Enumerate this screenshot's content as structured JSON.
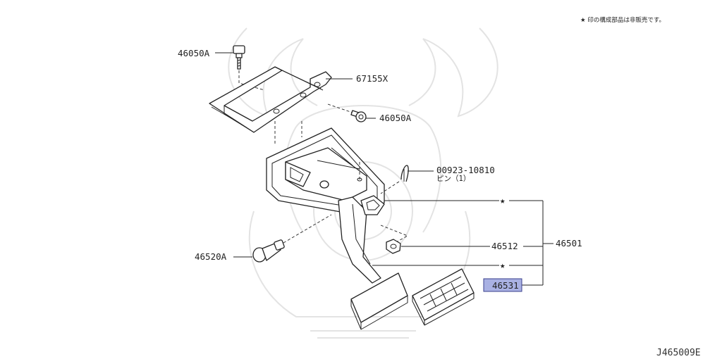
{
  "note": "★ 印の構成部品は非販売です。",
  "diagram_code": "J465009E",
  "callouts": {
    "bolt_top": "46050A",
    "bracket": "67155X",
    "bolt_right": "46050A",
    "pin_part": "00923-10810",
    "pin_desc": "ピン（1）",
    "star_top": "★",
    "star_bottom": "★",
    "nut": "46512",
    "assembly": "46501",
    "stopper": "46520A",
    "pad": "46531"
  },
  "colors": {
    "highlight": "#a9b1e3",
    "highlight_border": "#3a3f8c",
    "line": "#222222"
  }
}
